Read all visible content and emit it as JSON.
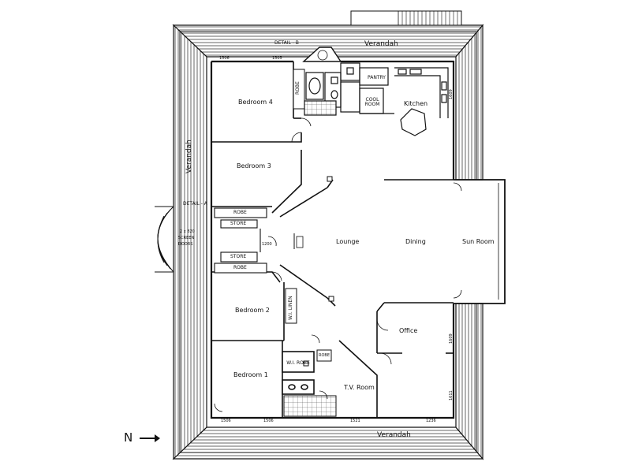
{
  "rooms": {
    "bedroom4": "Bedroom 4",
    "bedroom3": "Bedroom 3",
    "bedroom2": "Bedroom 2",
    "bedroom1": "Bedroom 1",
    "lounge": "Lounge",
    "dining": "Dining",
    "sun_room": "Sun Room",
    "kitchen": "Kitchen",
    "office": "Office",
    "tv_room": "T.V. Room",
    "pantry": "PANTRY",
    "cool_room": "COOL ROOM",
    "wi_linen": "W.I. LINEN",
    "wi_robe": "W.I. ROBE"
  },
  "storage": {
    "robe_top": "ROBE",
    "robe_mid": "ROBE",
    "store_mid": "STORE",
    "store_low": "STORE",
    "robe_low": "ROBE",
    "robe_bed1": "ROBE"
  },
  "verandah": {
    "top": "Verandah",
    "bottom": "Verandah",
    "left": "Verandah"
  },
  "details": {
    "detail_b": "DETAIL - B",
    "detail_a": "DETAIL - A"
  },
  "entry": {
    "line1": "2 x 820",
    "line2": "SCREEN",
    "line3": "DOORS"
  },
  "dimensions": {
    "top_1": "1506",
    "top_2": "1505",
    "bottom_1": "1506",
    "bottom_2": "1506",
    "bottom_3": "1521",
    "bottom_4": "1236",
    "right_1": "1609",
    "right_2": "1609",
    "right_3": "1611",
    "mid_1200": "1200"
  },
  "compass": {
    "label": "N"
  }
}
